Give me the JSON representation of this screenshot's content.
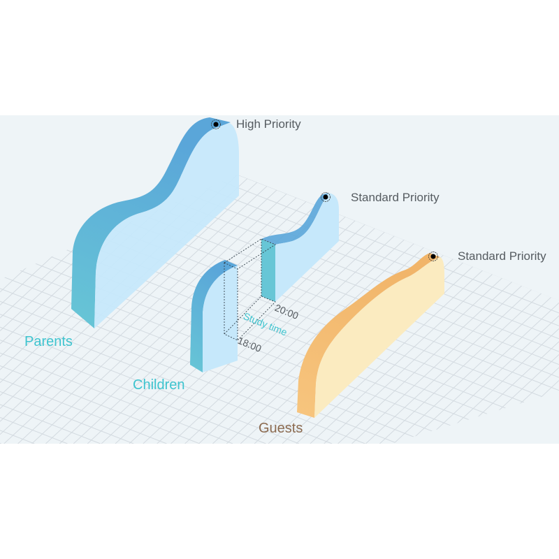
{
  "groups": [
    {
      "name": "Parents",
      "priority": "High Priority",
      "color": "#5bb0dd"
    },
    {
      "name": "Children",
      "priority": "Standard Priority",
      "color": "#5bb0dd"
    },
    {
      "name": "Guests",
      "priority": "Standard Priority",
      "color": "#f5c27c"
    }
  ],
  "schedule": {
    "label": "Study time",
    "start": "18:00",
    "end": "20:00"
  },
  "colors": {
    "panel": "#eef4f7",
    "grid": "#d6dde2",
    "blue_face": "#c6e8fb",
    "blue_band": "#62b3dc",
    "teal": "#67c6d6",
    "orange_face": "#fbebc0",
    "orange_band": "#f3bd72",
    "category_text": "#3ec4cf",
    "guest_text": "#8b6a4f"
  }
}
